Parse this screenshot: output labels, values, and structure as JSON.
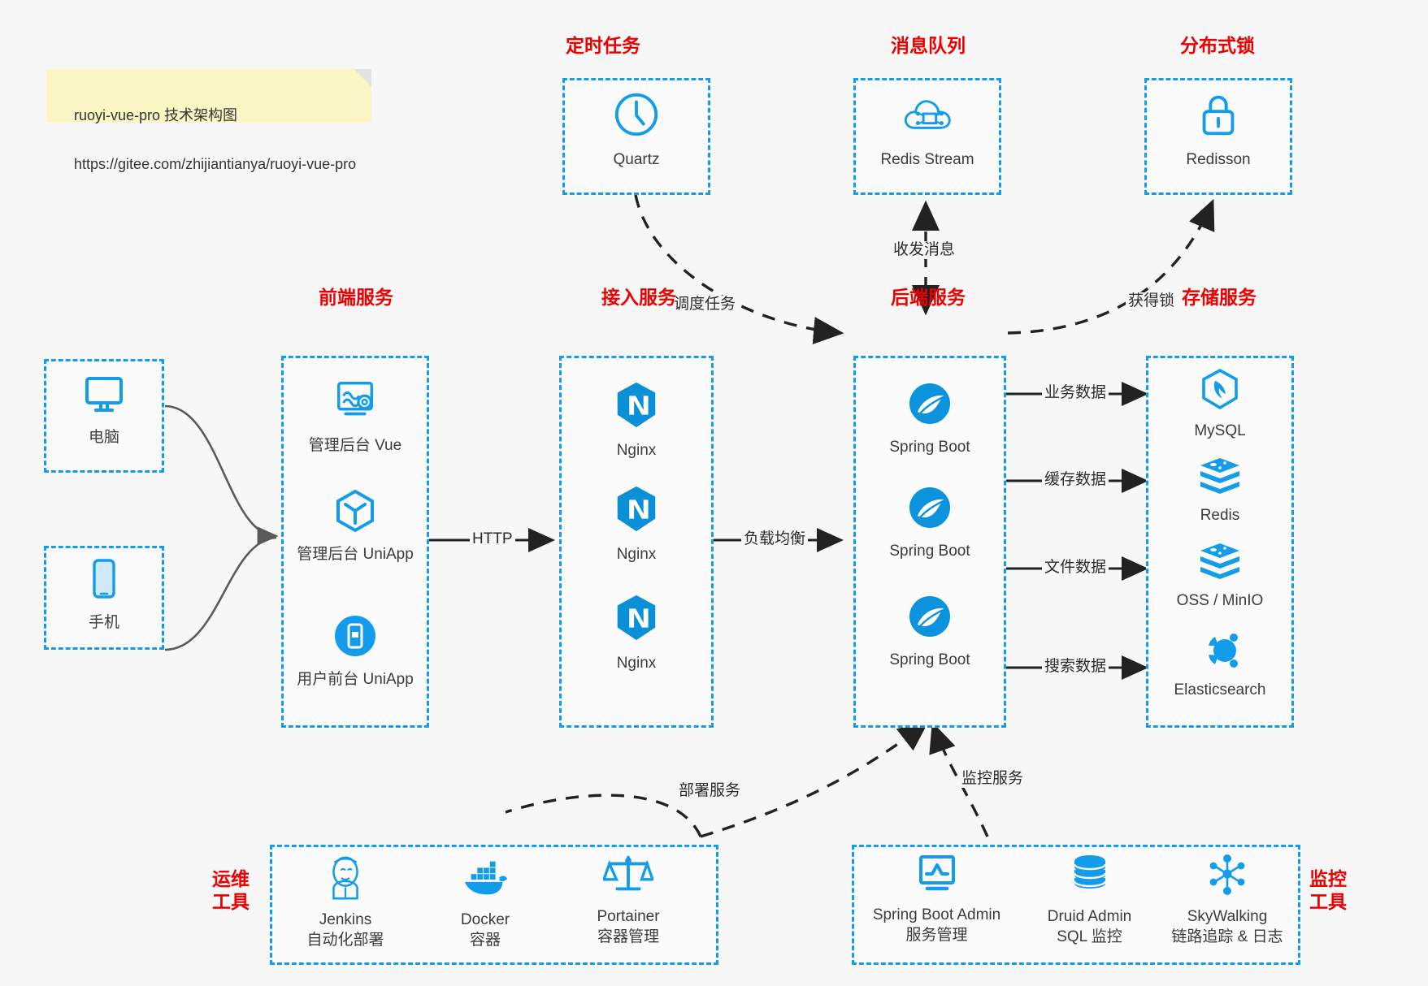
{
  "note": {
    "line1": "ruoyi-vue-pro 技术架构图",
    "line2": "https://gitee.com/zhijiantianya/ruoyi-vue-pro"
  },
  "colors": {
    "accent": "#139ceb",
    "group_title": "#ef0000",
    "text": "#3b3b3b",
    "edge": "#2b2b2b",
    "curve": "#5a5a5a",
    "note_bg": "#fbf7c4",
    "page_bg": "#f7f7f7"
  },
  "groups": {
    "scheduler": {
      "title": "定时任务",
      "items": [
        {
          "label": "Quartz",
          "icon": "clock-icon"
        }
      ]
    },
    "mq": {
      "title": "消息队列",
      "items": [
        {
          "label": "Redis Stream",
          "icon": "cloud-stream-icon"
        }
      ]
    },
    "lock": {
      "title": "分布式锁",
      "items": [
        {
          "label": "Redisson",
          "icon": "lock-icon"
        }
      ]
    },
    "clients": {
      "items": [
        {
          "label": "电脑",
          "icon": "desktop-icon"
        },
        {
          "label": "手机",
          "icon": "mobile-icon"
        }
      ]
    },
    "frontend": {
      "title": "前端服务",
      "items": [
        {
          "label": "管理后台 Vue",
          "icon": "dashboard-gear-icon"
        },
        {
          "label": "管理后台 UniApp",
          "icon": "cube-icon"
        },
        {
          "label": "用户前台 UniApp",
          "icon": "phone-app-icon"
        }
      ]
    },
    "gateway": {
      "title": "接入服务",
      "items": [
        {
          "label": "Nginx",
          "icon": "nginx-icon"
        },
        {
          "label": "Nginx",
          "icon": "nginx-icon"
        },
        {
          "label": "Nginx",
          "icon": "nginx-icon"
        }
      ]
    },
    "backend": {
      "title": "后端服务",
      "items": [
        {
          "label": "Spring Boot",
          "icon": "spring-boot-icon"
        },
        {
          "label": "Spring Boot",
          "icon": "spring-boot-icon"
        },
        {
          "label": "Spring Boot",
          "icon": "spring-boot-icon"
        }
      ]
    },
    "storage": {
      "title": "存储服务",
      "items": [
        {
          "label": "MySQL",
          "icon": "mysql-icon"
        },
        {
          "label": "Redis",
          "icon": "redis-icon"
        },
        {
          "label": "OSS / MinIO",
          "icon": "redis-icon"
        },
        {
          "label": "Elasticsearch",
          "icon": "elasticsearch-icon"
        }
      ]
    },
    "devops": {
      "title": "运维\n工具",
      "items": [
        {
          "label": "Jenkins",
          "sub": "自动化部署",
          "icon": "jenkins-icon"
        },
        {
          "label": "Docker",
          "sub": "容器",
          "icon": "docker-icon"
        },
        {
          "label": "Portainer",
          "sub": "容器管理",
          "icon": "scales-icon"
        }
      ]
    },
    "monitor": {
      "title": "监控\n工具",
      "items": [
        {
          "label": "Spring Boot Admin",
          "sub": "服务管理",
          "icon": "monitor-chart-icon"
        },
        {
          "label": "Druid Admin",
          "sub": "SQL 监控",
          "icon": "database-icon"
        },
        {
          "label": "SkyWalking",
          "sub": "链路追踪 & 日志",
          "icon": "skywalking-icon"
        }
      ]
    }
  },
  "edges": {
    "schedule_task": "调度任务",
    "send_receive": "收发消息",
    "acquire_lock": "获得锁",
    "http": "HTTP",
    "load_balance": "负载均衡",
    "business_data": "业务数据",
    "cache_data": "缓存数据",
    "file_data": "文件数据",
    "search_data": "搜索数据",
    "deploy_service": "部署服务",
    "monitor_service": "监控服务"
  }
}
